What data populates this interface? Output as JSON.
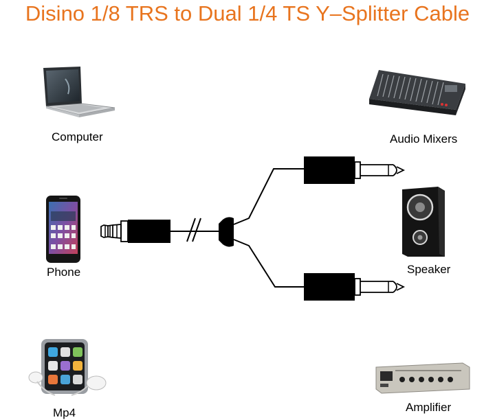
{
  "title": "Disino 1/8 TRS to Dual 1/4 TS Y–Splitter Cable",
  "colors": {
    "title": "#e8741e",
    "text": "#000000",
    "cable": "#000000"
  },
  "devices": {
    "computer": {
      "label": "Computer",
      "icon": "laptop-icon"
    },
    "mixers": {
      "label": "Audio Mixers",
      "icon": "mixer-icon"
    },
    "phone": {
      "label": "Phone",
      "icon": "smartphone-icon"
    },
    "speaker": {
      "label": "Speaker",
      "icon": "speaker-icon"
    },
    "mp4": {
      "label": "Mp4",
      "icon": "mp4-player-icon"
    },
    "amplifier": {
      "label": "Amplifier",
      "icon": "amplifier-icon"
    }
  }
}
